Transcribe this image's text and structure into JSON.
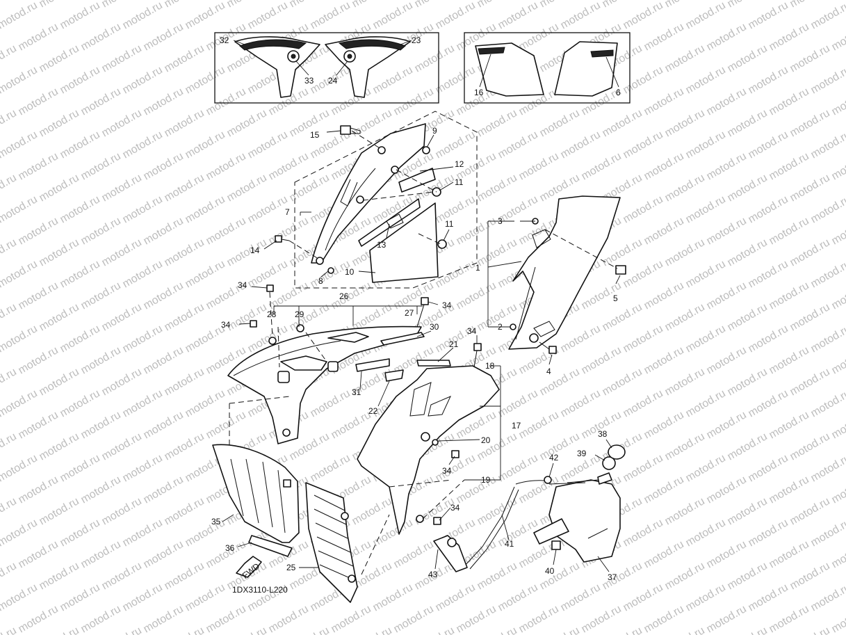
{
  "watermark": "motod.ru",
  "diagram_code": "1DX3110-L220",
  "fwd_label": "FWD",
  "callouts": {
    "c1": "1",
    "c2": "2",
    "c3": "3",
    "c4": "4",
    "c5": "5",
    "c6": "6",
    "c7": "7",
    "c8": "8",
    "c9": "9",
    "c10": "10",
    "c11a": "11",
    "c11b": "11",
    "c12": "12",
    "c13": "13",
    "c14": "14",
    "c15": "15",
    "c16": "16",
    "c17": "17",
    "c18": "18",
    "c19": "19",
    "c20": "20",
    "c21": "21",
    "c22": "22",
    "c23": "23",
    "c24": "24",
    "c25": "25",
    "c26": "26",
    "c27": "27",
    "c28": "28",
    "c29": "29",
    "c30": "30",
    "c31": "31",
    "c32": "32",
    "c33": "33",
    "c34a": "34",
    "c34b": "34",
    "c34c": "34",
    "c34d": "34",
    "c34e": "34",
    "c34f": "34",
    "c35": "35",
    "c36": "36",
    "c37": "37",
    "c38": "38",
    "c39": "39",
    "c40": "40",
    "c41": "41",
    "c42": "42",
    "c43": "43"
  }
}
